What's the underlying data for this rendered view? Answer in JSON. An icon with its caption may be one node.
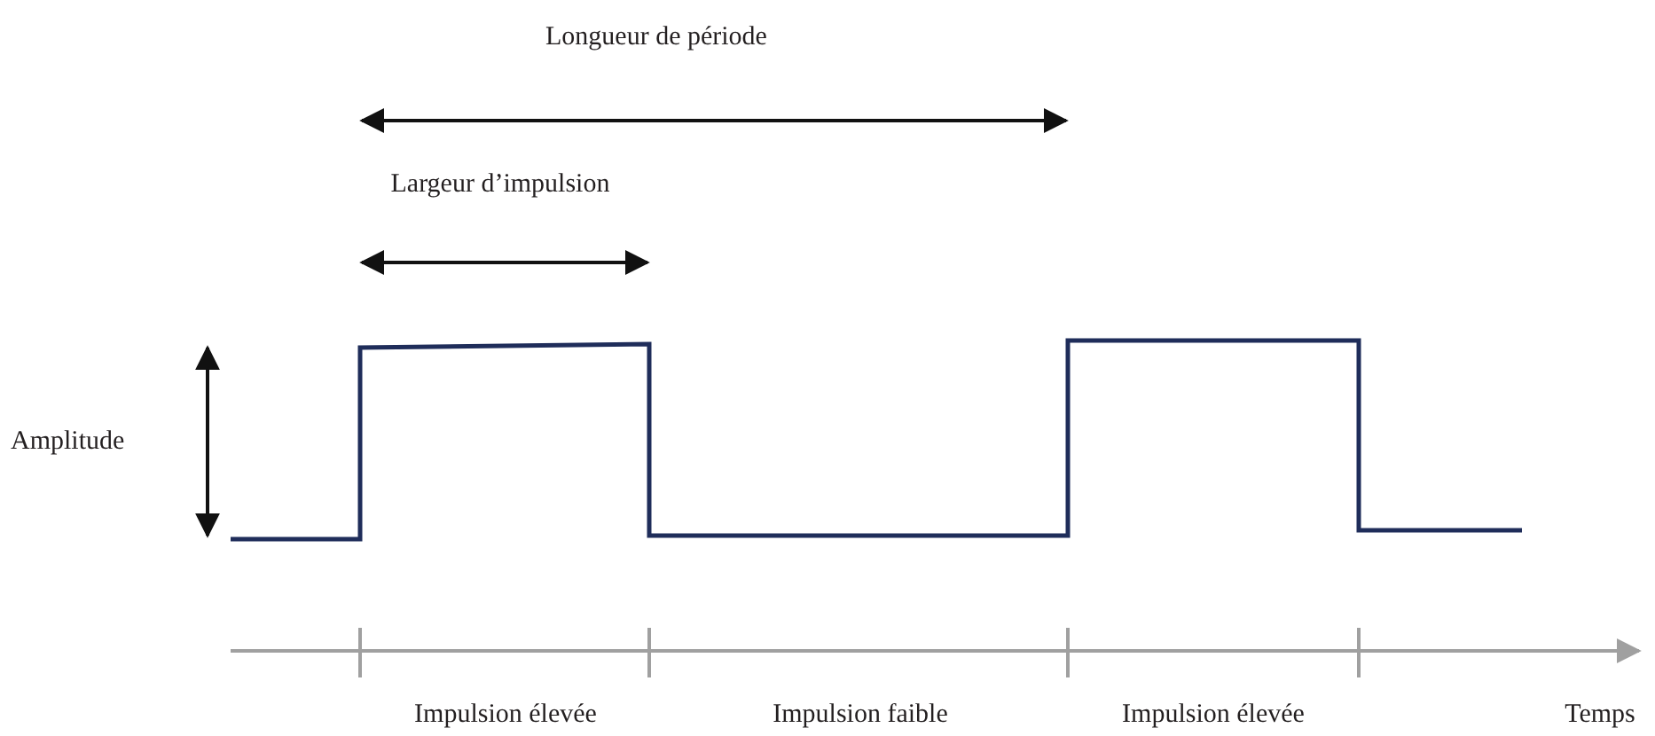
{
  "diagram": {
    "labels": [
      "Longueur de période",
      "Largeur d’impulsion",
      "Amplitude",
      "Impulsion élevée",
      "Impulsion faible",
      "Impulsion élevée",
      "Temps"
    ]
  }
}
